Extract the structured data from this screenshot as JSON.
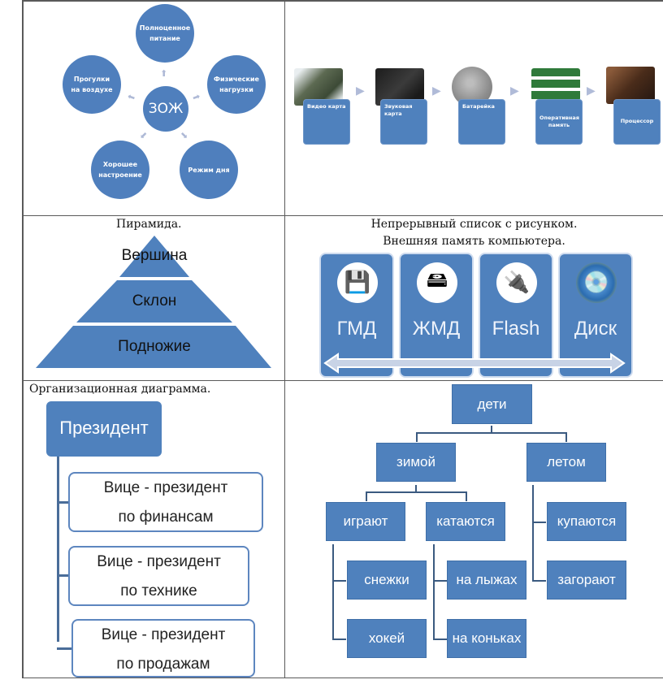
{
  "zozh": {
    "center": "ЗОЖ",
    "items": [
      "Полноценное питание",
      "Физические нагрузки",
      "Режим дня",
      "Хорошее настроение",
      "Прогулки на воздухе"
    ]
  },
  "components": {
    "steps": [
      "Видео карта",
      "Звуковая карта",
      "Батарейка",
      "Оперативная память",
      "Процессор"
    ]
  },
  "pyramid": {
    "title": "Пирамида.",
    "tiers": [
      "Вершина",
      "Склон",
      "Подножие"
    ]
  },
  "memory": {
    "title_line1": "Непрерывный список с рисунком.",
    "title_line2": "Внешняя память компьютера.",
    "items": [
      {
        "label": "ГМД",
        "icon": "floppy-disk-icon",
        "glyph": "💾"
      },
      {
        "label": "ЖМД",
        "icon": "hard-drive-icon",
        "glyph": "🖴"
      },
      {
        "label": "Flash",
        "icon": "usb-flash-icon",
        "glyph": "🔌"
      },
      {
        "label": "Диск",
        "icon": "optical-disc-icon",
        "glyph": "💿"
      }
    ]
  },
  "org": {
    "title": "Организационная диаграмма.",
    "head": "Президент",
    "subs": [
      [
        "Вице - президент",
        "по финансам"
      ],
      [
        "Вице - президент",
        "по технике"
      ],
      [
        "Вице - президент",
        "по продажам"
      ]
    ]
  },
  "tree": {
    "root": "дети",
    "winter": "зимой",
    "summer": "летом",
    "play": "играют",
    "ride": "катаются",
    "swim": "купаются",
    "tan": "загорают",
    "snowballs": "снежки",
    "hockey": "хокей",
    "ski": "на лыжах",
    "skates": "на коньках"
  },
  "colors": {
    "accent": "#4f81bd",
    "border": "#5a5a5a"
  }
}
